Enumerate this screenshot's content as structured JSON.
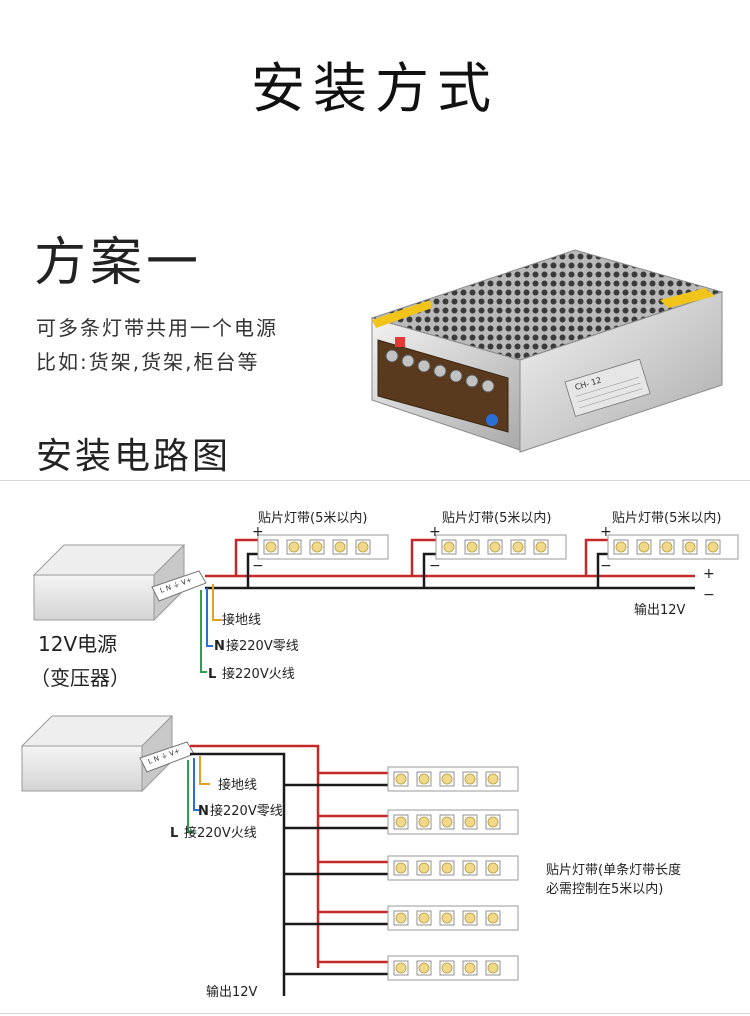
{
  "page_title": "安装方式",
  "scheme_title": "方案一",
  "description": {
    "line1": "可多条灯带共用一个电源",
    "line2": "比如:货架,货架,柜台等"
  },
  "wiring_title": "安装电路图",
  "psu_product_label": "CH-   12",
  "diagram1": {
    "strip_label": "贴片灯带(5米以内)",
    "plus": "+",
    "minus": "−",
    "output_label": "输出12V",
    "ground_label": "接地线",
    "neutral_prefix": "N",
    "neutral_label": "接220V零线",
    "live_prefix": "L",
    "live_label": "接220V火线",
    "psu_label_line1": "12V电源",
    "psu_label_line2": "（变压器）"
  },
  "diagram2": {
    "ground_label": "接地线",
    "neutral_prefix": "N",
    "neutral_label": "接220V零线",
    "live_prefix": "L",
    "live_label": "接220V火线",
    "strip_note_line1": "贴片灯带(单条灯带长度",
    "strip_note_line2": "必需控制在5米以内)",
    "output_label": "输出12V"
  },
  "colors": {
    "positive_wire": "#c62828",
    "negative_wire": "#1a1a1a",
    "ground_wire": "#e0a020",
    "neutral_wire": "#2a6fd6",
    "live_wire": "#2e9e4f",
    "led_chip": "#f1d98a"
  }
}
